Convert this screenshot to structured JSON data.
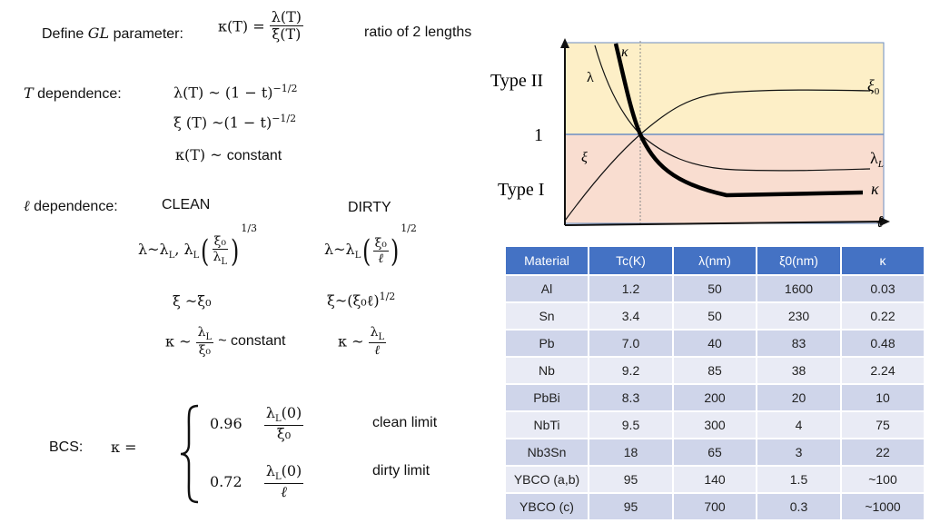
{
  "define": {
    "label": "Define",
    "gl": "GL",
    "param": "parameter:",
    "kappa_lhs": "κ(T) =",
    "num": "λ(T)",
    "den": "ξ(T)",
    "note": "ratio of 2 lengths"
  },
  "tdep": {
    "label_T": "T",
    "label": "dependence:",
    "lambda": "λ(T) ~ (1 − t)",
    "lambda_exp": "−1/2",
    "xi": "ξ (T) ~(1 − t)",
    "xi_exp": "−1/2",
    "kappa": "κ(T) ~",
    "kappa_const": "constant"
  },
  "ldep": {
    "label_l": "ℓ",
    "label": "dependence:",
    "clean": "CLEAN",
    "dirty": "DIRTY",
    "clean_lambda_lhs": "λ~λ",
    "clean_lambda_mid": ", λ",
    "clean_frac_num": "ξ₀",
    "clean_frac_den": "λ",
    "clean_exp": "1/3",
    "dirty_lambda_lhs": "λ~λ",
    "dirty_frac_num": "ξ₀",
    "dirty_frac_den": "ℓ",
    "dirty_exp": "1/2",
    "clean_xi": "ξ ~ξ₀",
    "dirty_xi": "ξ~(ξ₀ℓ)",
    "dirty_xi_exp": "1/2",
    "clean_kappa_lhs": "κ ~",
    "clean_kappa_num": "λ",
    "clean_kappa_den": "ξ₀",
    "clean_kappa_const": "~ constant",
    "dirty_kappa_lhs": "κ ~",
    "dirty_kappa_num": "λ",
    "dirty_kappa_den": "ℓ",
    "sub_L": "L"
  },
  "bcs": {
    "label": "BCS:",
    "kappa": "κ =",
    "clean_coef": "0.96",
    "clean_num": "λ",
    "clean_num_tail": "(0)",
    "clean_den": "ξ₀",
    "clean_note": "clean limit",
    "dirty_coef": "0.72",
    "dirty_num": "λ",
    "dirty_num_tail": "(0)",
    "dirty_den": "ℓ",
    "dirty_note": "dirty limit",
    "sub_L": "L"
  },
  "chart": {
    "type2": "Type II",
    "type1": "Type I",
    "one": "1",
    "kappa_top": "κ",
    "lambda_lbl": "λ",
    "xi_lbl": "ξ",
    "xi0": "ξ",
    "xi0_sub": "0",
    "lambdaL": "λ",
    "lambdaL_sub": "L",
    "kappa_right": "κ",
    "ell": "ℓ",
    "colors": {
      "type2_bg": "#fdefc7",
      "type1_bg": "#f9ddd0",
      "border": "#6c8ec2"
    }
  },
  "table": {
    "headers": [
      "Material",
      "Tc(K)",
      "λ(nm)",
      "ξ0(nm)",
      "κ"
    ],
    "rows": [
      [
        "Al",
        "1.2",
        "50",
        "1600",
        "0.03"
      ],
      [
        "Sn",
        "3.4",
        "50",
        "230",
        "0.22"
      ],
      [
        "Pb",
        "7.0",
        "40",
        "83",
        "0.48"
      ],
      [
        "Nb",
        "9.2",
        "85",
        "38",
        "2.24"
      ],
      [
        "PbBi",
        "8.3",
        "200",
        "20",
        "10"
      ],
      [
        "NbTi",
        "9.5",
        "300",
        "4",
        "75"
      ],
      [
        "Nb3Sn",
        "18",
        "65",
        "3",
        "22"
      ],
      [
        "YBCO (a,b)",
        "95",
        "140",
        "1.5",
        "~100"
      ],
      [
        "YBCO (c)",
        "95",
        "700",
        "0.3",
        "~1000"
      ]
    ],
    "header_color": "#4472c4",
    "row_colors": [
      "#cfd5ea",
      "#e9ebf5"
    ]
  }
}
